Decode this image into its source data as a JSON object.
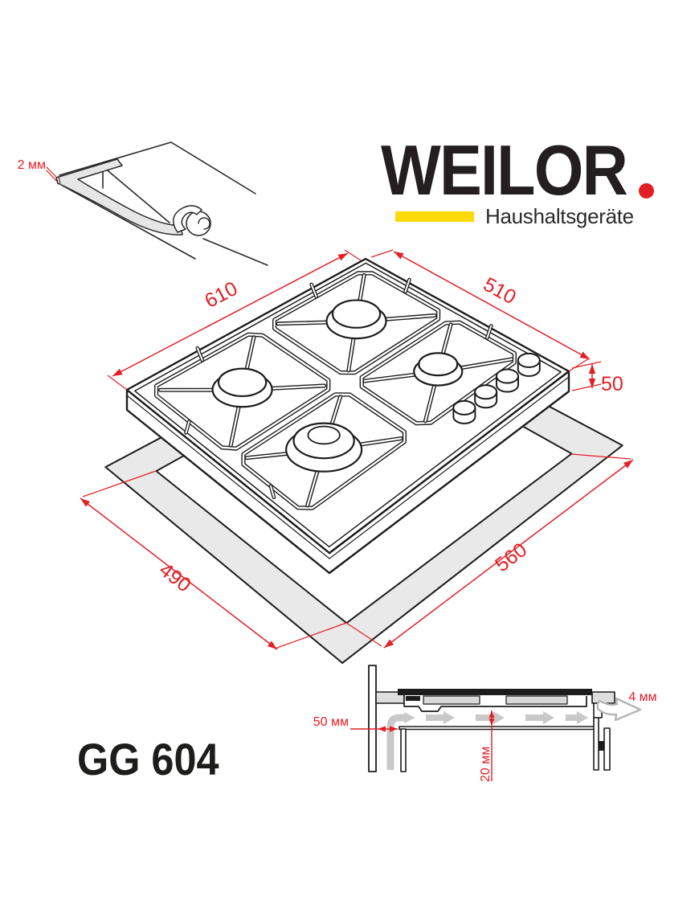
{
  "brand": {
    "name": "WEILOR",
    "tagline": "Haushaltsgeräte"
  },
  "model": {
    "name": "GG 604"
  },
  "drawing_labels": {
    "seal_thickness": "2 мм",
    "hob_width": "610",
    "hob_depth": "510",
    "hob_height": "50",
    "cutout_depth": "490",
    "cutout_width": "560"
  },
  "installation_labels": {
    "side_clearance": "50 мм",
    "bottom_clearance": "20 мм",
    "rear_gap": "4 мм"
  },
  "colors": {
    "accent_red": "#e31e24",
    "brand_yellow": "#fdd905",
    "line_black": "#1c1c1c",
    "fill_gray": "#e9e9e9",
    "flow_gray": "#c9c9c9"
  }
}
